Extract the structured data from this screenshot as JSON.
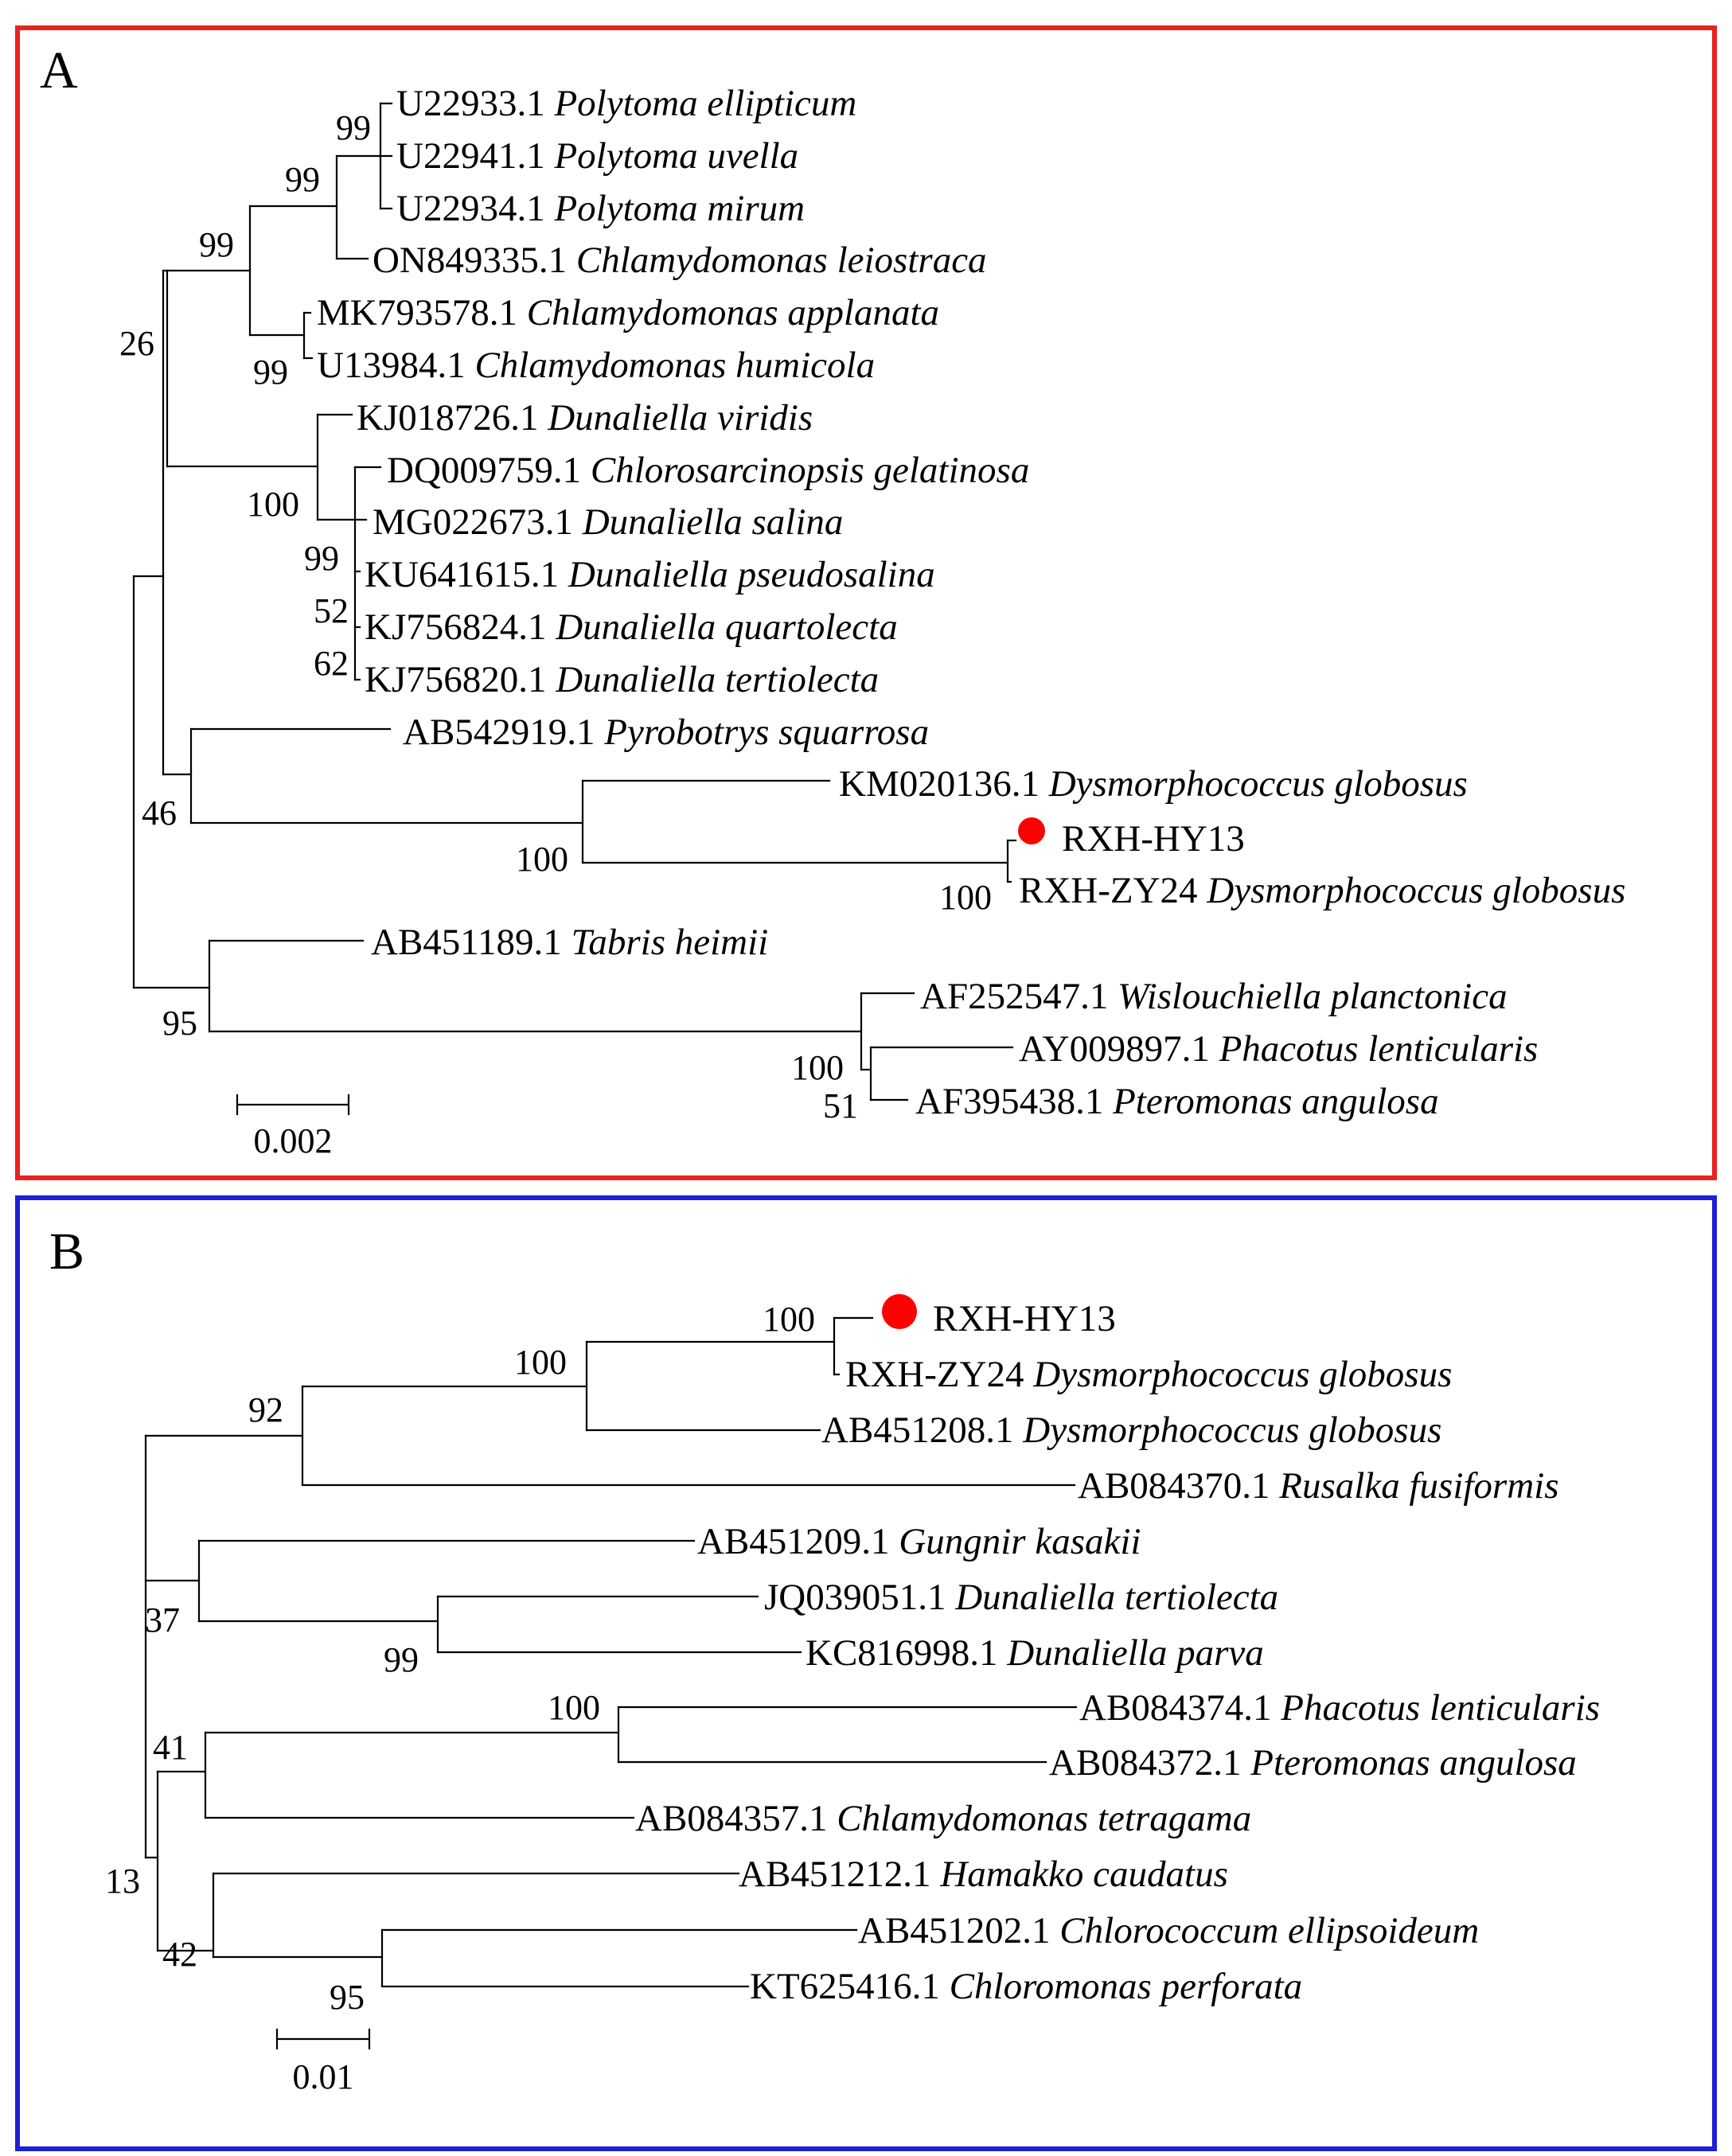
{
  "panel_a": {
    "letter": "A",
    "frame_color": "#e8231f",
    "scale_label": "0.002",
    "taxa": [
      {
        "acc": "U22933.1",
        "species": "Polytoma ellipticum"
      },
      {
        "acc": "U22941.1",
        "species": "Polytoma uvella"
      },
      {
        "acc": "U22934.1",
        "species": "Polytoma mirum"
      },
      {
        "acc": "ON849335.1",
        "species": "Chlamydomonas leiostraca"
      },
      {
        "acc": "MK793578.1",
        "species": "Chlamydomonas applanata"
      },
      {
        "acc": "U13984.1",
        "species": "Chlamydomonas humicola"
      },
      {
        "acc": "KJ018726.1",
        "species": "Dunaliella viridis"
      },
      {
        "acc": "DQ009759.1",
        "species": "Chlorosarcinopsis gelatinosa"
      },
      {
        "acc": "MG022673.1",
        "species": "Dunaliella salina"
      },
      {
        "acc": "KU641615.1",
        "species": "Dunaliella pseudosalina"
      },
      {
        "acc": "KJ756824.1",
        "species": "Dunaliella quartolecta"
      },
      {
        "acc": "KJ756820.1",
        "species": "Dunaliella tertiolecta"
      },
      {
        "acc": "AB542919.1",
        "species": "Pyrobotrys squarrosa"
      },
      {
        "acc": "KM020136.1",
        "species": "Dysmorphococcus globosus"
      },
      {
        "acc": "RXH-HY13",
        "species": "",
        "highlight": true
      },
      {
        "acc": "RXH-ZY24",
        "species": "Dysmorphococcus globosus"
      },
      {
        "acc": "AB451189.1",
        "species": "Tabris heimii"
      },
      {
        "acc": "AF252547.1",
        "species": "Wislouchiella planctonica"
      },
      {
        "acc": "AY009897.1",
        "species": "Phacotus lenticularis"
      },
      {
        "acc": "AF395438.1",
        "species": "Pteromonas angulosa"
      }
    ],
    "bootstrap": [
      "99",
      "99",
      "99",
      "26",
      "99",
      "100",
      "99",
      "52",
      "62",
      "46",
      "100",
      "100",
      "95",
      "100",
      "51"
    ]
  },
  "panel_b": {
    "letter": "B",
    "frame_color": "#1f1fd6",
    "scale_label": "0.01",
    "taxa": [
      {
        "acc": "RXH-HY13",
        "species": "",
        "highlight": true
      },
      {
        "acc": "RXH-ZY24",
        "species": "Dysmorphococcus globosus"
      },
      {
        "acc": "AB451208.1",
        "species": "Dysmorphococcus globosus"
      },
      {
        "acc": "AB084370.1",
        "species": "Rusalka fusiformis"
      },
      {
        "acc": "AB451209.1",
        "species": "Gungnir kasakii"
      },
      {
        "acc": "JQ039051.1",
        "species": "Dunaliella tertiolecta"
      },
      {
        "acc": "KC816998.1",
        "species": "Dunaliella parva"
      },
      {
        "acc": "AB084374.1",
        "species": "Phacotus lenticularis"
      },
      {
        "acc": "AB084372.1",
        "species": "Pteromonas angulosa"
      },
      {
        "acc": "AB084357.1",
        "species": "Chlamydomonas tetragama"
      },
      {
        "acc": "AB451212.1",
        "species": "Hamakko caudatus"
      },
      {
        "acc": "AB451202.1",
        "species": "Chlorococcum ellipsoideum"
      },
      {
        "acc": "KT625416.1",
        "species": "Chloromonas perforata"
      }
    ],
    "bootstrap": [
      "100",
      "100",
      "92",
      "37",
      "99",
      "100",
      "41",
      "13",
      "42",
      "95"
    ]
  },
  "highlight_color": "#ff0000"
}
